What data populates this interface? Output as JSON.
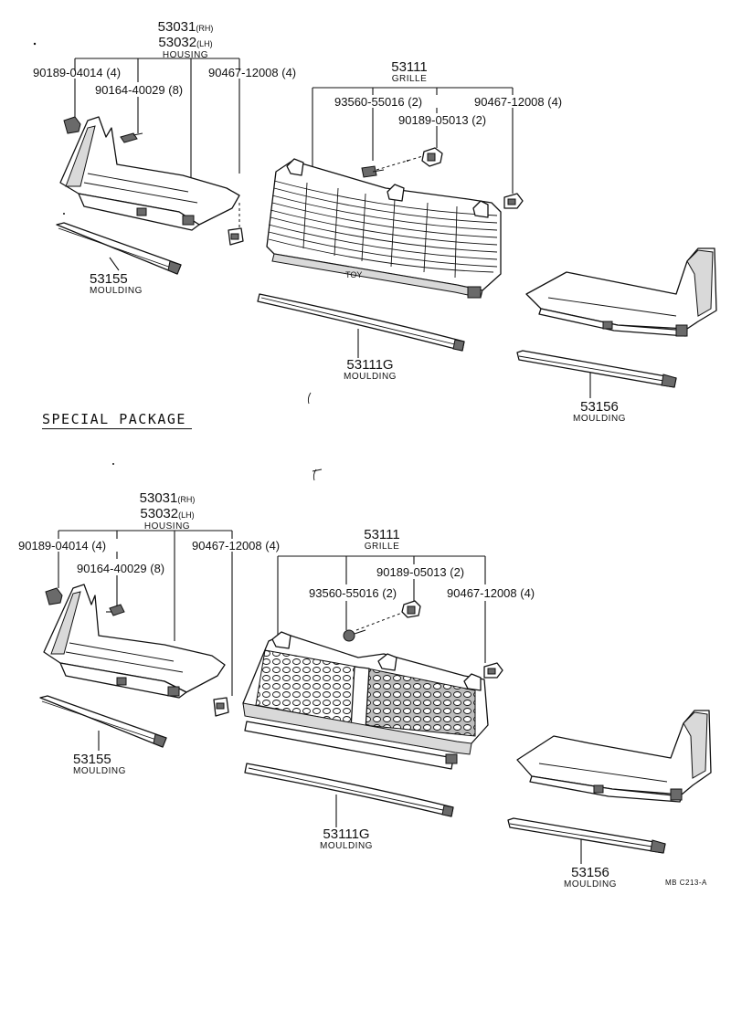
{
  "top": {
    "housing": {
      "pn_rh": "53031",
      "rh": "(RH)",
      "pn_lh": "53032",
      "lh": "(LH)",
      "name": "HOUSING"
    },
    "clip_left": "90189-04014 (4)",
    "screw_left": "90164-40029 (8)",
    "clip_right": "90467-12008 (4)",
    "grille": {
      "pn": "53111",
      "name": "GRILLE"
    },
    "screw_grille": "93560-55016 (2)",
    "nut_grille": "90189-05013 (2)",
    "clip_grille": "90467-12008 (4)",
    "moulding_left": {
      "pn": "53155",
      "name": "MOULDING"
    },
    "moulding_center": {
      "pn": "53111G",
      "name": "MOULDING"
    },
    "moulding_right": {
      "pn": "53156",
      "name": "MOULDING"
    }
  },
  "special_heading": "SPECIAL PACKAGE",
  "bottom": {
    "housing": {
      "pn_rh": "53031",
      "rh": "(RH)",
      "pn_lh": "53032",
      "lh": "(LH)",
      "name": "HOUSING"
    },
    "clip_left": "90189-04014 (4)",
    "screw_left": "90164-40029 (8)",
    "clip_right": "90467-12008 (4)",
    "grille": {
      "pn": "53111",
      "name": "GRILLE"
    },
    "nut_grille": "90189-05013 (2)",
    "screw_grille": "93560-55016 (2)",
    "clip_grille": "90467-12008 (4)",
    "moulding_left": {
      "pn": "53155",
      "name": "MOULDING"
    },
    "moulding_center": {
      "pn": "53111G",
      "name": "MOULDING"
    },
    "moulding_right": {
      "pn": "53156",
      "name": "MOULDING"
    }
  },
  "figure_code": "MB C213-A"
}
